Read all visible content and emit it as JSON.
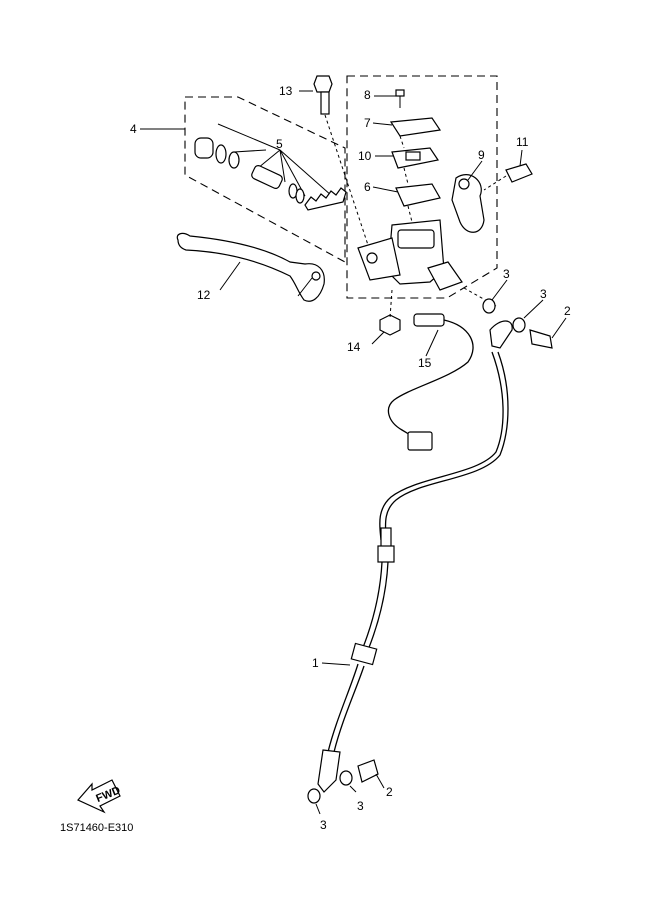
{
  "callouts": [
    {
      "id": "1",
      "text": "1"
    },
    {
      "id": "2a",
      "text": "2"
    },
    {
      "id": "2b",
      "text": "2"
    },
    {
      "id": "3a",
      "text": "3"
    },
    {
      "id": "3b",
      "text": "3"
    },
    {
      "id": "3c",
      "text": "3"
    },
    {
      "id": "3d",
      "text": "3"
    },
    {
      "id": "4",
      "text": "4"
    },
    {
      "id": "5",
      "text": "5"
    },
    {
      "id": "6",
      "text": "6"
    },
    {
      "id": "7",
      "text": "7"
    },
    {
      "id": "8",
      "text": "8"
    },
    {
      "id": "9",
      "text": "9"
    },
    {
      "id": "10",
      "text": "10"
    },
    {
      "id": "11",
      "text": "11"
    },
    {
      "id": "12",
      "text": "12"
    },
    {
      "id": "13",
      "text": "13"
    },
    {
      "id": "14",
      "text": "14"
    },
    {
      "id": "15",
      "text": "15"
    }
  ],
  "fwd_label": "FWD",
  "diagram_code": "1S71460-E310"
}
